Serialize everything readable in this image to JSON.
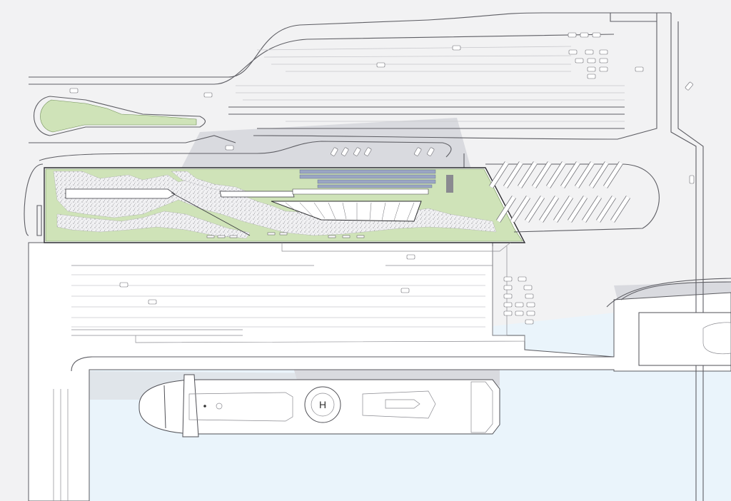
{
  "drawing": {
    "kind": "site plan",
    "colors": {
      "background": "#f2f2f3",
      "water": "#eaf4fb",
      "green_roof": "#cfe3b8",
      "shadow": "#d9dadf",
      "roof_outline": "#2c2c30"
    },
    "labels": {
      "helipad_mark": "H"
    },
    "icons": [
      "north-helipad",
      "parked-car",
      "bus",
      "solar-panel-array"
    ]
  }
}
